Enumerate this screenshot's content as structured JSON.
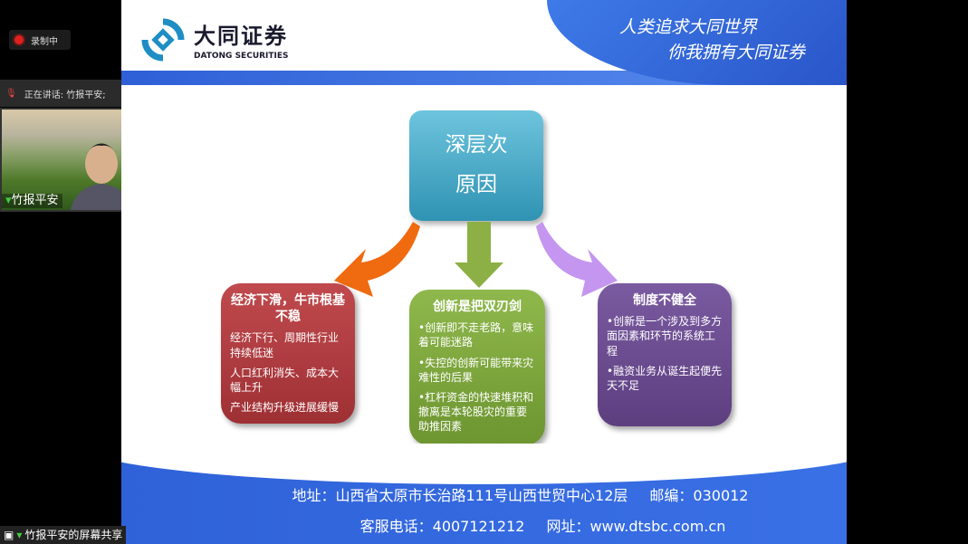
{
  "meeting": {
    "recording_label": "录制中",
    "speaking_label": "正在讲话: 竹报平安;",
    "participant_name": "竹报平安",
    "screen_share_label": "竹报平安的屏幕共享"
  },
  "slide": {
    "logo": {
      "name_cn": "大同证券",
      "name_en": "DATONG SECURITIES"
    },
    "slogan": [
      "人类追求大同世界",
      "你我拥有大同证券"
    ],
    "center": {
      "line1": "深层次",
      "line2": "原因"
    },
    "boxes": [
      {
        "title": "经济下滑，牛市根基不稳",
        "points": [
          "经济下行、周期性行业持续低迷",
          "人口红利消失、成本大幅上升",
          "产业结构升级进展缓慢"
        ],
        "color": "#a8363a"
      },
      {
        "title": "创新是把双刃剑",
        "points": [
          "•创新即不走老路，意味着可能迷路",
          "•失控的创新可能带来灾难性的后果",
          "•杠杆资金的快速堆积和撤离是本轮股灾的重要助推因素"
        ],
        "color": "#7ba23a"
      },
      {
        "title": "制度不健全",
        "points": [
          "•创新是一个涉及到多方面因素和环节的系统工程",
          "•融资业务从诞生起便先天不足"
        ],
        "color": "#6b4c8e"
      }
    ],
    "footer": {
      "address": "地址：山西省太原市长治路111号山西世贸中心12层",
      "postcode": "邮编：030012",
      "phone": "客服电话：4007121212",
      "website": "网址：www.dtsbc.com.cn"
    }
  }
}
